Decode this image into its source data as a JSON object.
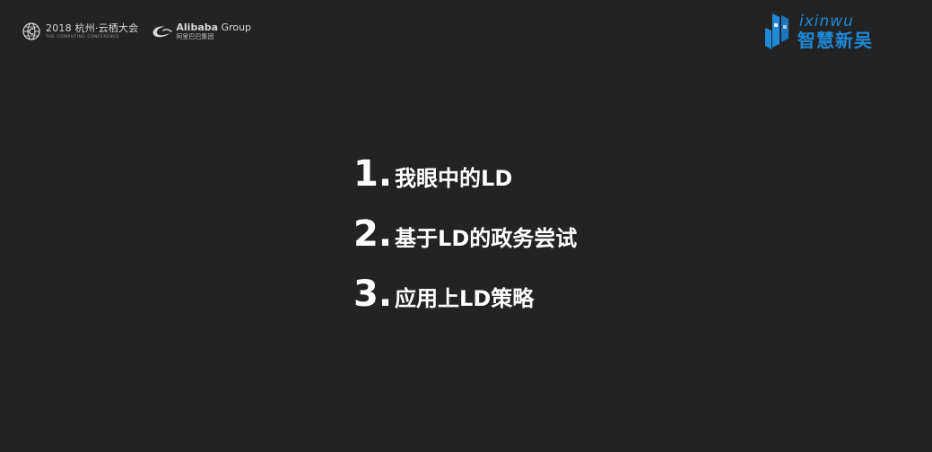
{
  "header": {
    "conference": {
      "title": "2018 杭州·云栖大会",
      "subtitle": "THE COMPUTING CONFERENCE"
    },
    "alibaba": {
      "title_bold": "Alibaba",
      "title_rest": " Group",
      "subtitle": "阿里巴巴集团"
    },
    "brand": {
      "name_en": "ixinwu",
      "name_cn": "智慧新吴",
      "color": "#1e8ad8"
    }
  },
  "agenda": {
    "items": [
      {
        "number": "1.",
        "label": "我眼中的LD"
      },
      {
        "number": "2.",
        "label": "基于LD的政务尝试"
      },
      {
        "number": "3.",
        "label": "应用上LD策略"
      }
    ]
  },
  "colors": {
    "background": "#232323",
    "text": "#ffffff"
  }
}
